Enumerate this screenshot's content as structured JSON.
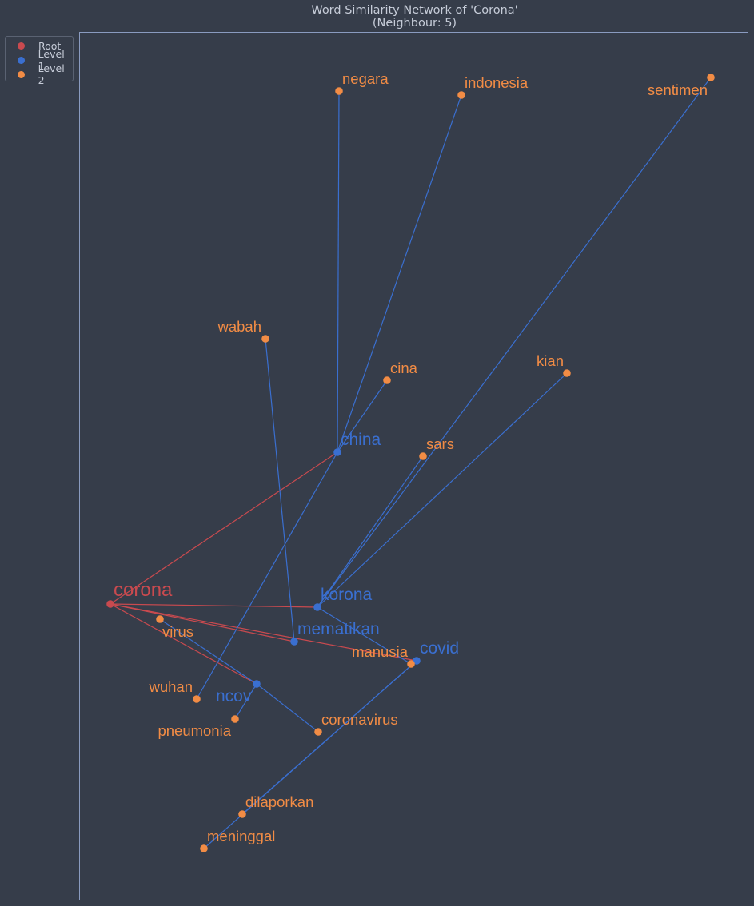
{
  "title": {
    "line1": "Word Similarity Network of 'Corona'",
    "line2": "(Neighbour: 5)"
  },
  "colors": {
    "background": "#363d4a",
    "frame": "#8a9bc0",
    "root": "#c94a4f",
    "level1": "#3a6fd0",
    "level2": "#f28c45",
    "edge_root": "#c94a4f",
    "edge_level1": "#3a6fd0"
  },
  "legend": {
    "items": [
      {
        "label": "Root",
        "color": "#c94a4f"
      },
      {
        "label": "Level 1",
        "color": "#3a6fd0"
      },
      {
        "label": "Level 2",
        "color": "#f28c45"
      }
    ]
  },
  "graph": {
    "nodes": [
      {
        "id": "corona",
        "label": "corona",
        "level": "root"
      },
      {
        "id": "china",
        "label": "china",
        "level": "level1"
      },
      {
        "id": "korona",
        "label": "korona",
        "level": "level1"
      },
      {
        "id": "mematikan",
        "label": "mematikan",
        "level": "level1"
      },
      {
        "id": "covid",
        "label": "covid",
        "level": "level1"
      },
      {
        "id": "ncov",
        "label": "ncov",
        "level": "level1"
      },
      {
        "id": "negara",
        "label": "negara",
        "level": "level2"
      },
      {
        "id": "indonesia",
        "label": "indonesia",
        "level": "level2"
      },
      {
        "id": "sentimen",
        "label": "sentimen",
        "level": "level2"
      },
      {
        "id": "wabah",
        "label": "wabah",
        "level": "level2"
      },
      {
        "id": "cina",
        "label": "cina",
        "level": "level2"
      },
      {
        "id": "kian",
        "label": "kian",
        "level": "level2"
      },
      {
        "id": "sars",
        "label": "sars",
        "level": "level2"
      },
      {
        "id": "virus",
        "label": "virus",
        "level": "level2"
      },
      {
        "id": "manusia",
        "label": "manusia",
        "level": "level2"
      },
      {
        "id": "wuhan",
        "label": "wuhan",
        "level": "level2"
      },
      {
        "id": "pneumonia",
        "label": "pneumonia",
        "level": "level2"
      },
      {
        "id": "coronavirus",
        "label": "coronavirus",
        "level": "level2"
      },
      {
        "id": "dilaporkan",
        "label": "dilaporkan",
        "level": "level2"
      },
      {
        "id": "meninggal",
        "label": "meninggal",
        "level": "level2"
      }
    ],
    "edges": [
      {
        "source": "corona",
        "target": "china",
        "type": "root"
      },
      {
        "source": "corona",
        "target": "korona",
        "type": "root"
      },
      {
        "source": "corona",
        "target": "mematikan",
        "type": "root"
      },
      {
        "source": "corona",
        "target": "covid",
        "type": "root"
      },
      {
        "source": "corona",
        "target": "ncov",
        "type": "root"
      },
      {
        "source": "china",
        "target": "negara",
        "type": "level1"
      },
      {
        "source": "china",
        "target": "cina",
        "type": "level1"
      },
      {
        "source": "china",
        "target": "wuhan",
        "type": "level1"
      },
      {
        "source": "china",
        "target": "indonesia",
        "type": "level1"
      },
      {
        "source": "korona",
        "target": "sentimen",
        "type": "level1"
      },
      {
        "source": "korona",
        "target": "kian",
        "type": "level1"
      },
      {
        "source": "korona",
        "target": "sars",
        "type": "level1"
      },
      {
        "source": "korona",
        "target": "manusia",
        "type": "level1"
      },
      {
        "source": "mematikan",
        "target": "wabah",
        "type": "level1"
      },
      {
        "source": "covid",
        "target": "dilaporkan",
        "type": "level1"
      },
      {
        "source": "covid",
        "target": "meninggal",
        "type": "level1"
      },
      {
        "source": "ncov",
        "target": "virus",
        "type": "level1"
      },
      {
        "source": "ncov",
        "target": "pneumonia",
        "type": "level1"
      },
      {
        "source": "ncov",
        "target": "coronavirus",
        "type": "level1"
      }
    ]
  }
}
